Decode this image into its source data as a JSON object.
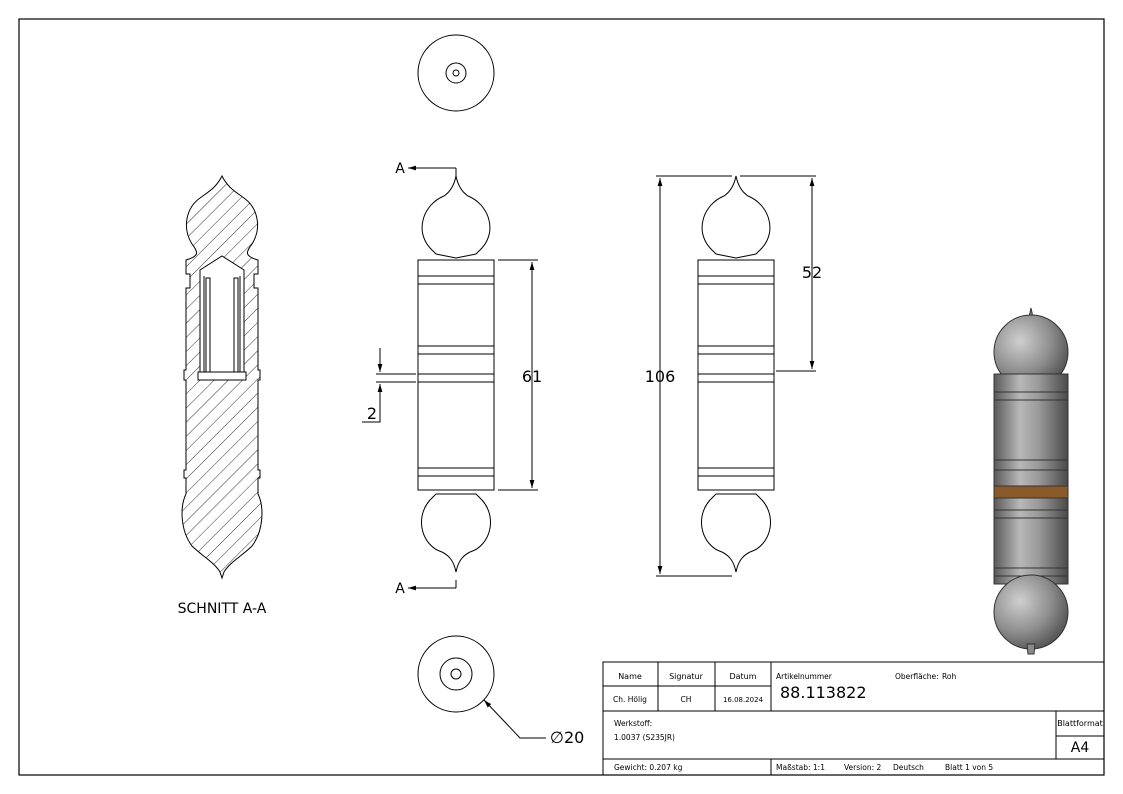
{
  "drawing": {
    "section_label": "SCHNITT A-A",
    "section_marker": "A",
    "dimensions": {
      "groove_width": "2",
      "body_length": "61",
      "total_length": "106",
      "upper_length": "52",
      "diameter": "20"
    }
  },
  "title_block": {
    "header_name": "Name",
    "header_signatur": "Signatur",
    "header_datum": "Datum",
    "name": "Ch. Hölig",
    "signatur": "CH",
    "datum": "16.08.2024",
    "artikelnummer_label": "Artikelnummer",
    "artikelnummer_value": "88.113822",
    "oberflaeche_label": "Oberfläche:",
    "oberflaeche_value": "Roh",
    "werkstoff_label": "Werkstoff:",
    "werkstoff_value": "1.0037 (S235JR)",
    "blattformat_label": "Blattformat",
    "blattformat_value": "A4",
    "gewicht": "Gewicht: 0.207 kg",
    "massstab": "Maßstab: 1:1",
    "version": "Version: 2",
    "sprache": "Deutsch",
    "blatt": "Blatt 1 von 5"
  },
  "colors": {
    "line": "#000000",
    "render_body": "#8a8a8a",
    "render_band": "#8b5a2b"
  }
}
